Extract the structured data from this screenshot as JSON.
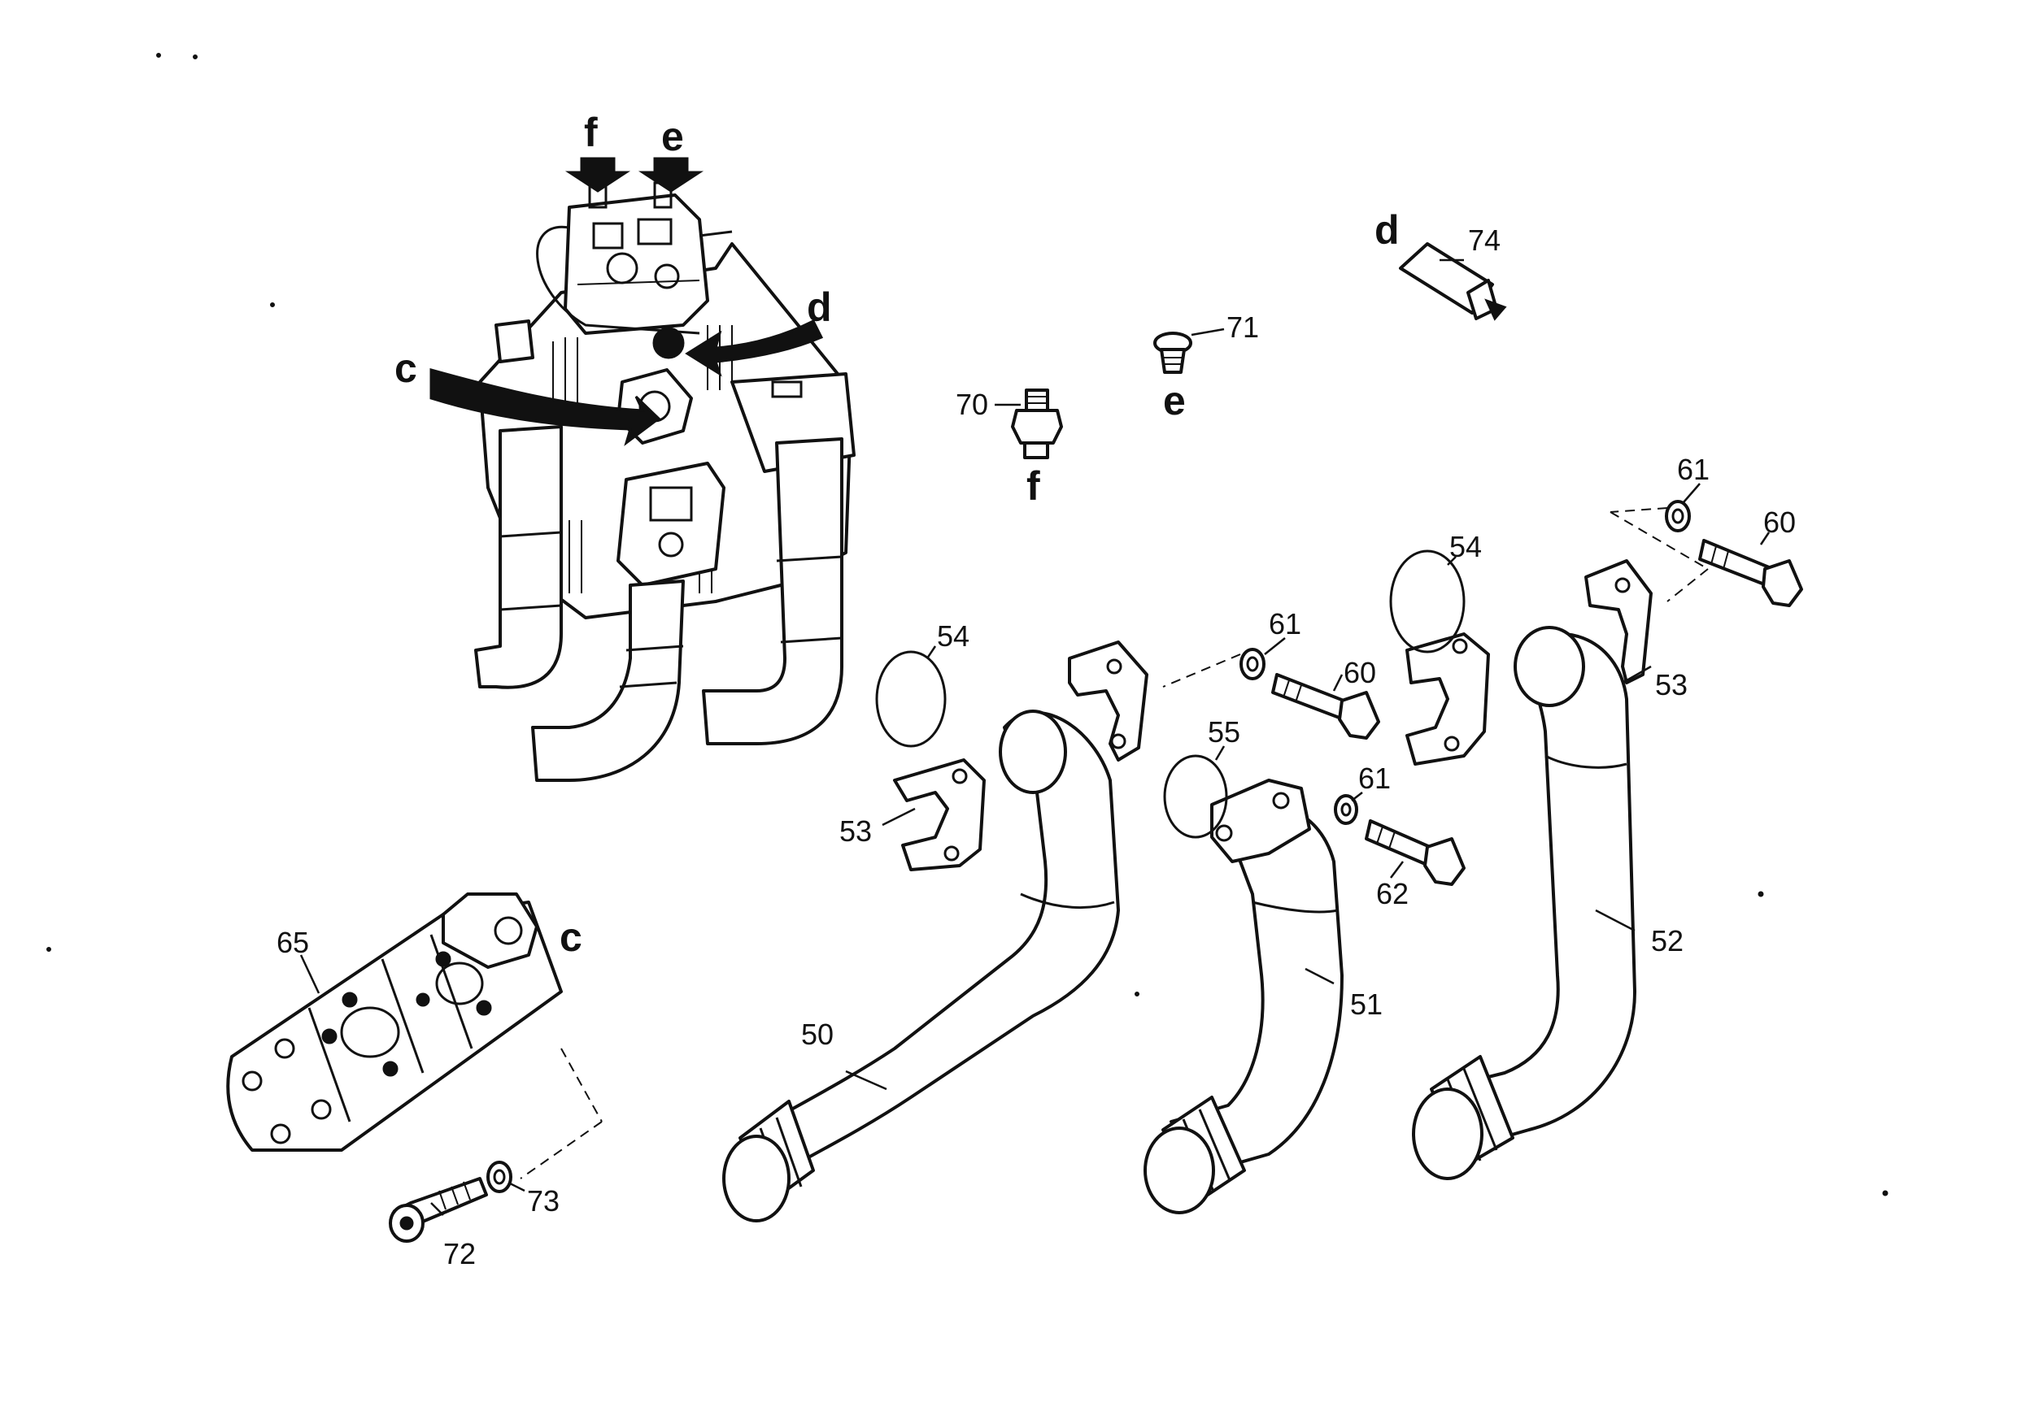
{
  "diagram": {
    "assembly_labels": {
      "f": "f",
      "e": "e",
      "c": "c",
      "d": "d"
    },
    "part_labels": {
      "p50": "50",
      "p51": "51",
      "p52": "52",
      "p53a": "53",
      "p53b": "53",
      "p54a": "54",
      "p54b": "54",
      "p55": "55",
      "p60a": "60",
      "p60b": "60",
      "p61a": "61",
      "p61b": "61",
      "p61c": "61",
      "p62": "62",
      "p65": "65",
      "p70": "70",
      "p71": "71",
      "p72": "72",
      "p73": "73",
      "p74": "74"
    },
    "part_letters": {
      "p65_c": "c",
      "p70_f": "f",
      "p71_e": "e",
      "p74_d": "d"
    }
  }
}
